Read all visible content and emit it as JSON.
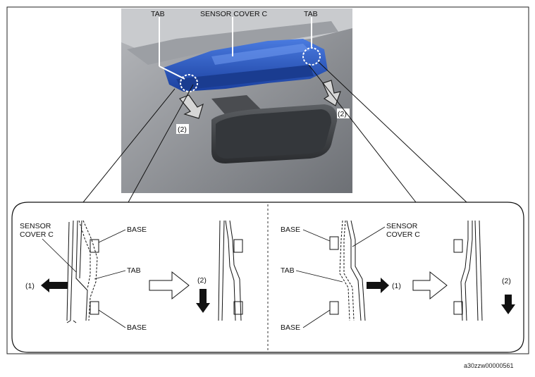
{
  "labels": {
    "tab": "TAB",
    "sensor_cover_c": "SENSOR COVER C",
    "sensor_line1": "SENSOR",
    "cover_c": "COVER C",
    "base": "BASE",
    "step1": "(1)",
    "step2": "(2)"
  },
  "figure_code": "a30zzw00000561",
  "colors": {
    "cover_blue": "#2457c8",
    "photo_gray": "#8a8d92",
    "arrow_black": "#111111"
  }
}
